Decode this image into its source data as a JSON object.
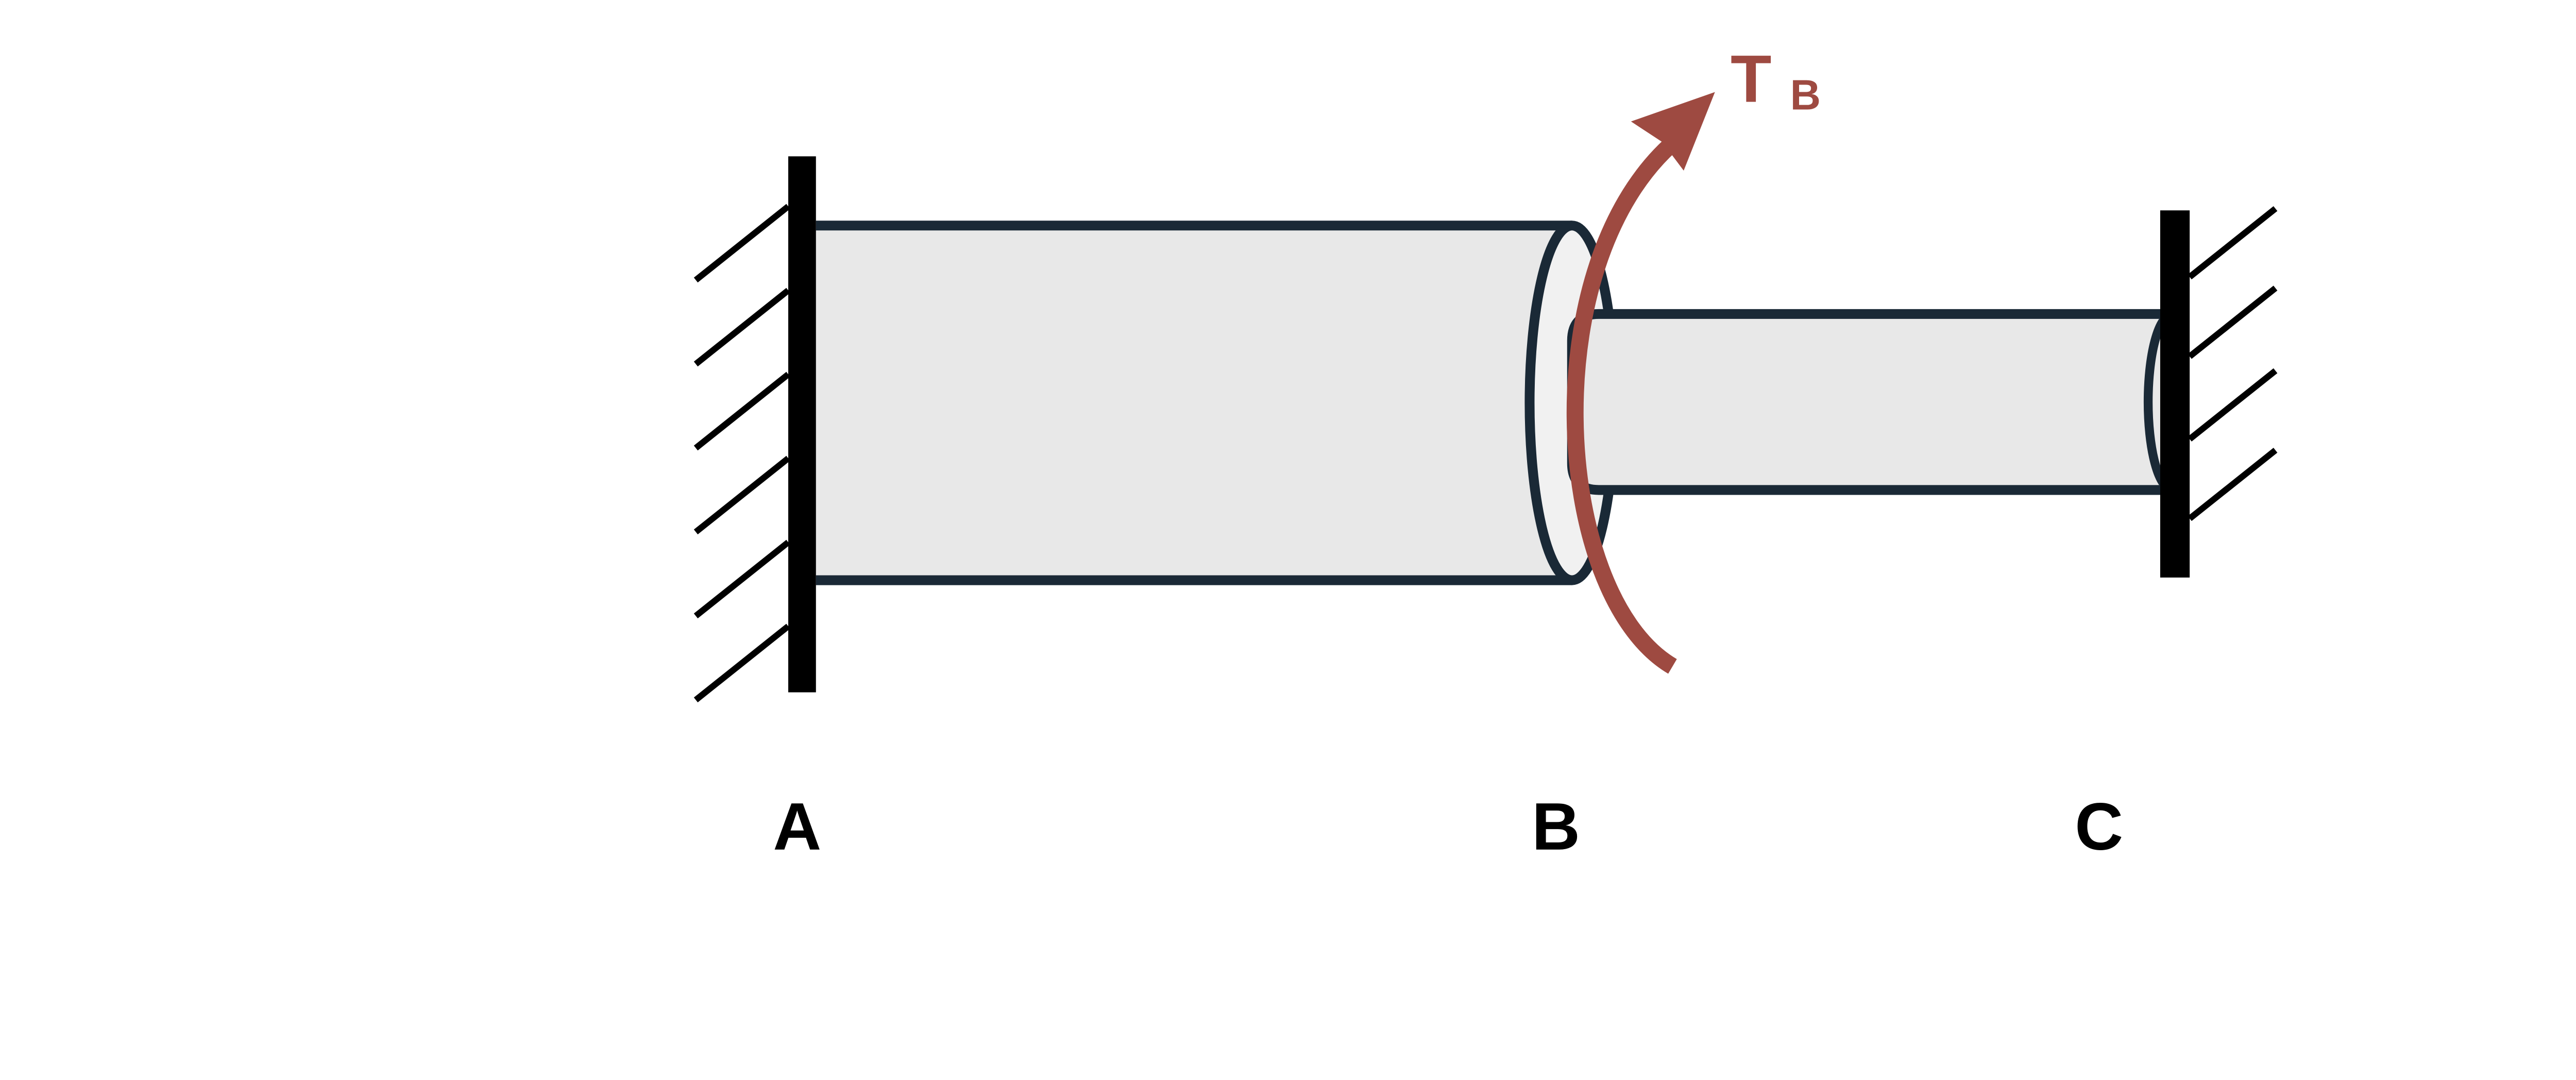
{
  "diagram": {
    "point_labels": {
      "a": "A",
      "b": "B",
      "c": "C"
    },
    "torque_label": {
      "symbol": "T",
      "subscript": "B"
    },
    "colors": {
      "background": "#ffffff",
      "outline": "#1a2936",
      "shaft_fill": "#e8e8e8",
      "cap_fill": "#f1f1f1",
      "support": "#000000",
      "torque": "#9e4a41",
      "label_text": "#000000"
    }
  }
}
